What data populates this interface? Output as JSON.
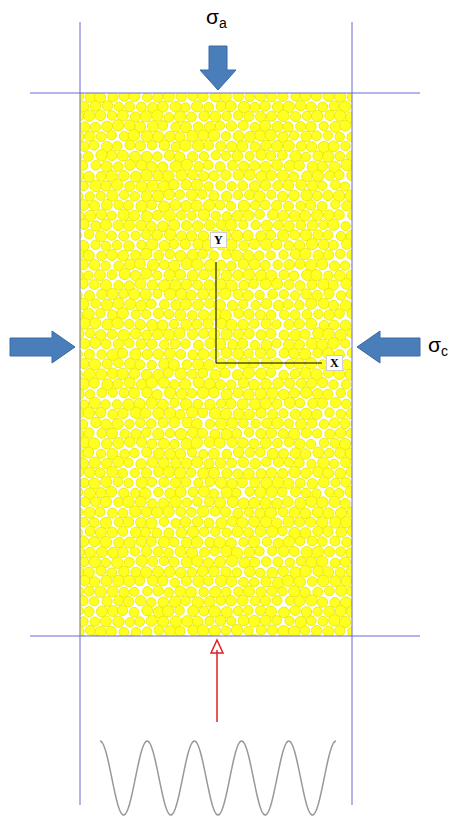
{
  "diagram": {
    "labels": [
      "σa",
      "σc",
      "Y",
      "X"
    ]
  }
}
